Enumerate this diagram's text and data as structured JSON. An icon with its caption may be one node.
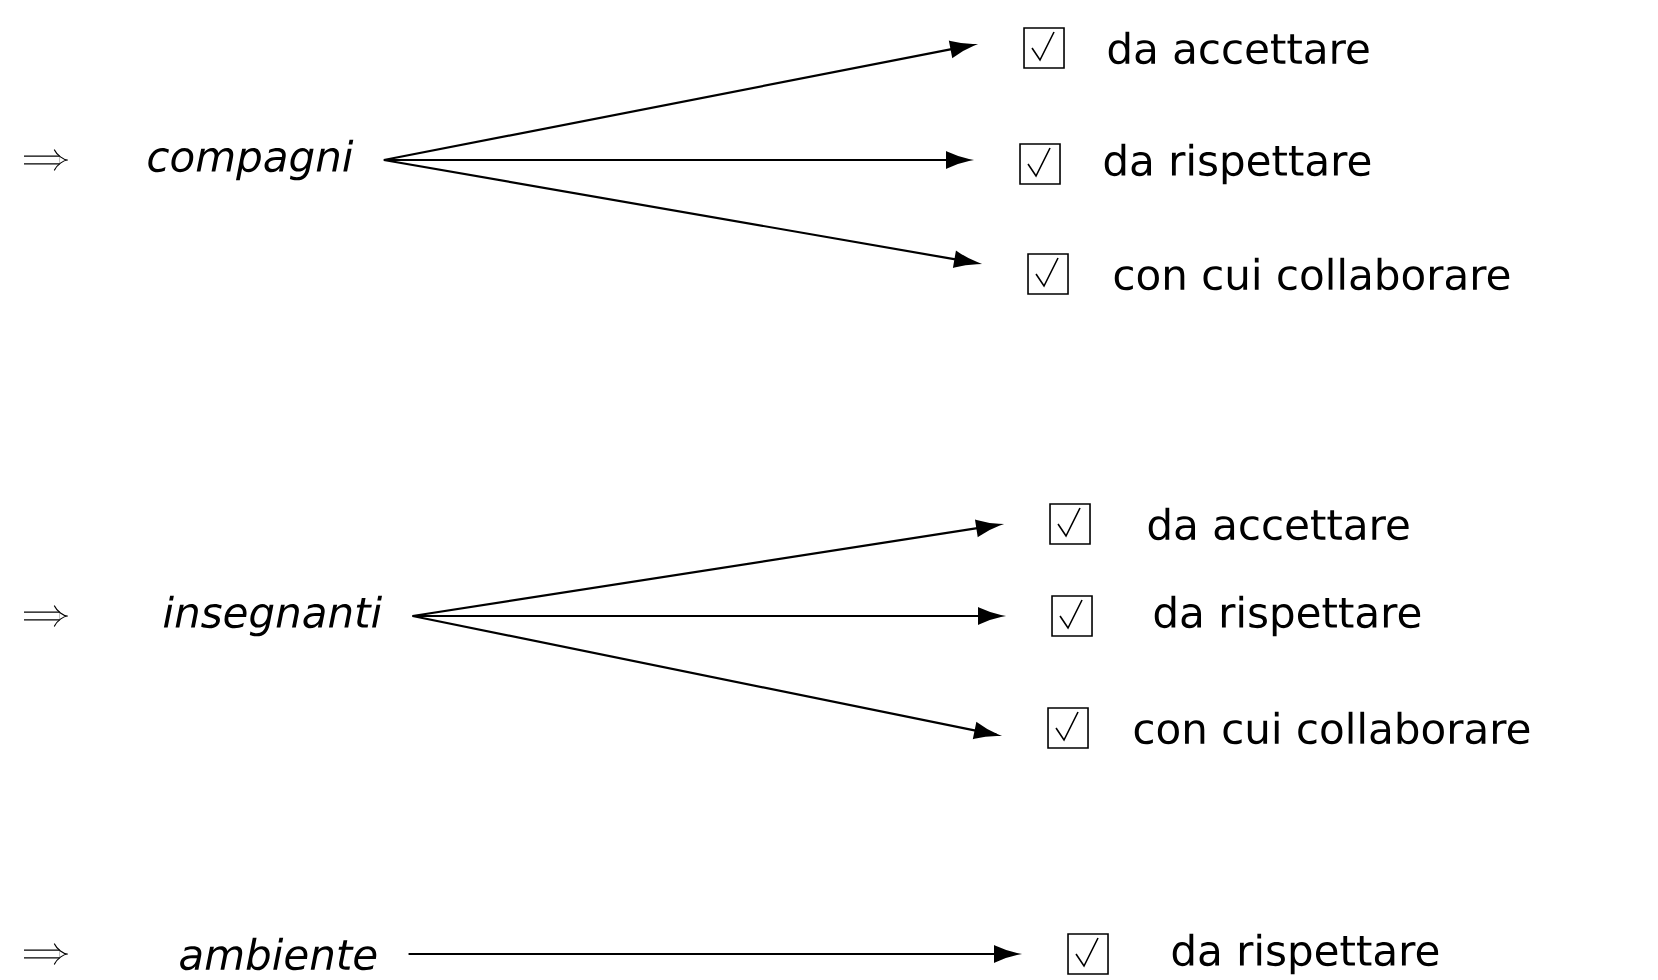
{
  "diagram": {
    "nodes": [
      {
        "text": [
          "compagni"
        ]
      },
      {
        "text": [
          "da accettare"
        ]
      },
      {
        "text": [
          "da rispettare"
        ]
      },
      {
        "text": [
          "con cui collaborare"
        ]
      },
      {
        "text": [
          "insegnanti"
        ]
      },
      {
        "text": [
          "da accettare"
        ]
      },
      {
        "text": [
          "da rispettare"
        ]
      },
      {
        "text": [
          "con cui collaborare"
        ]
      },
      {
        "text": [
          "ambiente"
        ]
      },
      {
        "text": [
          "da rispettare"
        ]
      }
    ],
    "edges": [
      {
        "from": 0,
        "to": 1,
        "arrow": "to"
      },
      {
        "from": 0,
        "to": 2,
        "arrow": "to"
      },
      {
        "from": 0,
        "to": 3,
        "arrow": "to"
      },
      {
        "from": 4,
        "to": 5,
        "arrow": "to"
      },
      {
        "from": 4,
        "to": 6,
        "arrow": "to"
      },
      {
        "from": 4,
        "to": 7,
        "arrow": "to"
      },
      {
        "from": 8,
        "to": 9,
        "arrow": "to"
      }
    ]
  }
}
